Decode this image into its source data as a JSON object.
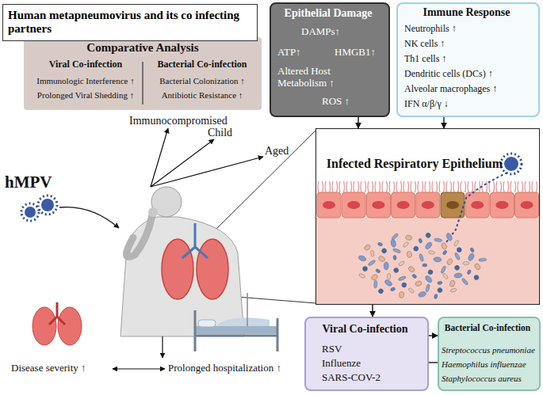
{
  "diagram": {
    "title": "Human metapneumovirus and its co infecting partners",
    "nodes": [
      {
        "text": [
          "Comparative Analysis",
          "Viral Co-infection",
          "Immunologic Interference ↑",
          "Prolonged Viral Shedding ↑",
          "Bacterial Co-infection",
          "Bacterial Colonization ↑",
          "Antibiotic Resistance ↑"
        ]
      },
      {
        "text": [
          "Epithelial Damage",
          "DAMPs↑",
          "ATP↑",
          "HMGB1↑",
          "Altered Host Metabolism ↑",
          "ROS ↑"
        ]
      },
      {
        "text": [
          "Immune Response",
          "Neutrophils ↑",
          "NK cells ↑",
          "Th1 cells ↑",
          "Dendritic cells (DCs) ↑",
          "Alveolar macrophages ↑",
          "IFN α/β/γ ↓"
        ]
      },
      {
        "text": [
          "Infected Respiratory Epithelium"
        ]
      },
      {
        "text": [
          "Viral Co-infection",
          "RSV",
          "Influenze",
          "SARS-COV-2"
        ]
      },
      {
        "text": [
          "Bacterial Co-infection",
          "Streptococcus pneumoniae",
          "Haemophilus influenzae",
          "Staphylococcus aureus"
        ]
      }
    ],
    "edges": [
      {
        "from": 1,
        "to": 3,
        "arrow": "to"
      },
      {
        "from": 2,
        "to": 3,
        "arrow": "to"
      },
      {
        "from": 3,
        "to": 4,
        "arrow": "to"
      },
      {
        "from": 4,
        "to": 5,
        "arrow": "to"
      },
      {
        "from": 4,
        "to": 5,
        "arrow": "none"
      }
    ],
    "labels": [
      "Immunocompromised",
      "Child",
      "Aged",
      "hMPV",
      "Disease severity ↑",
      "Prolonged hospitalization ↑"
    ]
  }
}
